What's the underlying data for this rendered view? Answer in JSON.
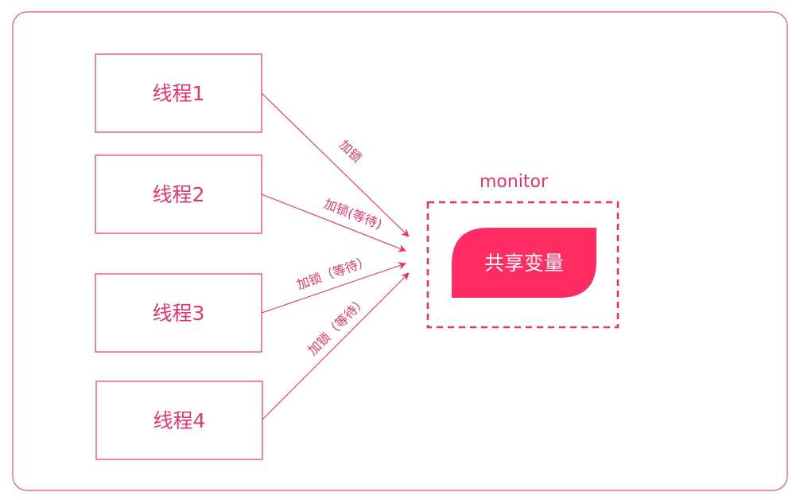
{
  "colors": {
    "accent": "#e8336b",
    "fill": "#ff2d63",
    "frame": "#e0527c",
    "text_on_fill": "#ffffff"
  },
  "threads": [
    {
      "label": "线程1"
    },
    {
      "label": "线程2"
    },
    {
      "label": "线程3"
    },
    {
      "label": "线程4"
    }
  ],
  "edges": [
    {
      "label": "加锁"
    },
    {
      "label": "加锁(等待)"
    },
    {
      "label": "加锁（等待）"
    },
    {
      "label": "加锁（等待）"
    }
  ],
  "monitor": {
    "title": "monitor",
    "shared_variable": "共享变量"
  }
}
